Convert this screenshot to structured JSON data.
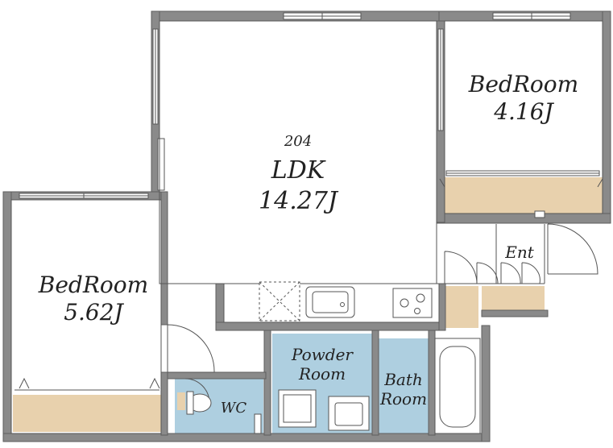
{
  "unit": {
    "number": "204"
  },
  "rooms": {
    "ldk": {
      "name": "LDK",
      "size": "14.27J"
    },
    "bedroom_top": {
      "name": "BedRoom",
      "size": "4.16J"
    },
    "bedroom_left": {
      "name": "BedRoom",
      "size": "5.62J"
    },
    "wc": {
      "name": "WC"
    },
    "powder": {
      "line1": "Powder",
      "line2": "Room"
    },
    "bath": {
      "line1": "Bath",
      "line2": "Room"
    },
    "entrance": {
      "name": "Ent"
    }
  },
  "colors": {
    "wall": "#8a8a8a",
    "wall_edge": "#5e5e5e",
    "wet_area": "#aecfe0",
    "storage": "#e8d1ad",
    "floor": "#ffffff",
    "line": "#555555"
  }
}
